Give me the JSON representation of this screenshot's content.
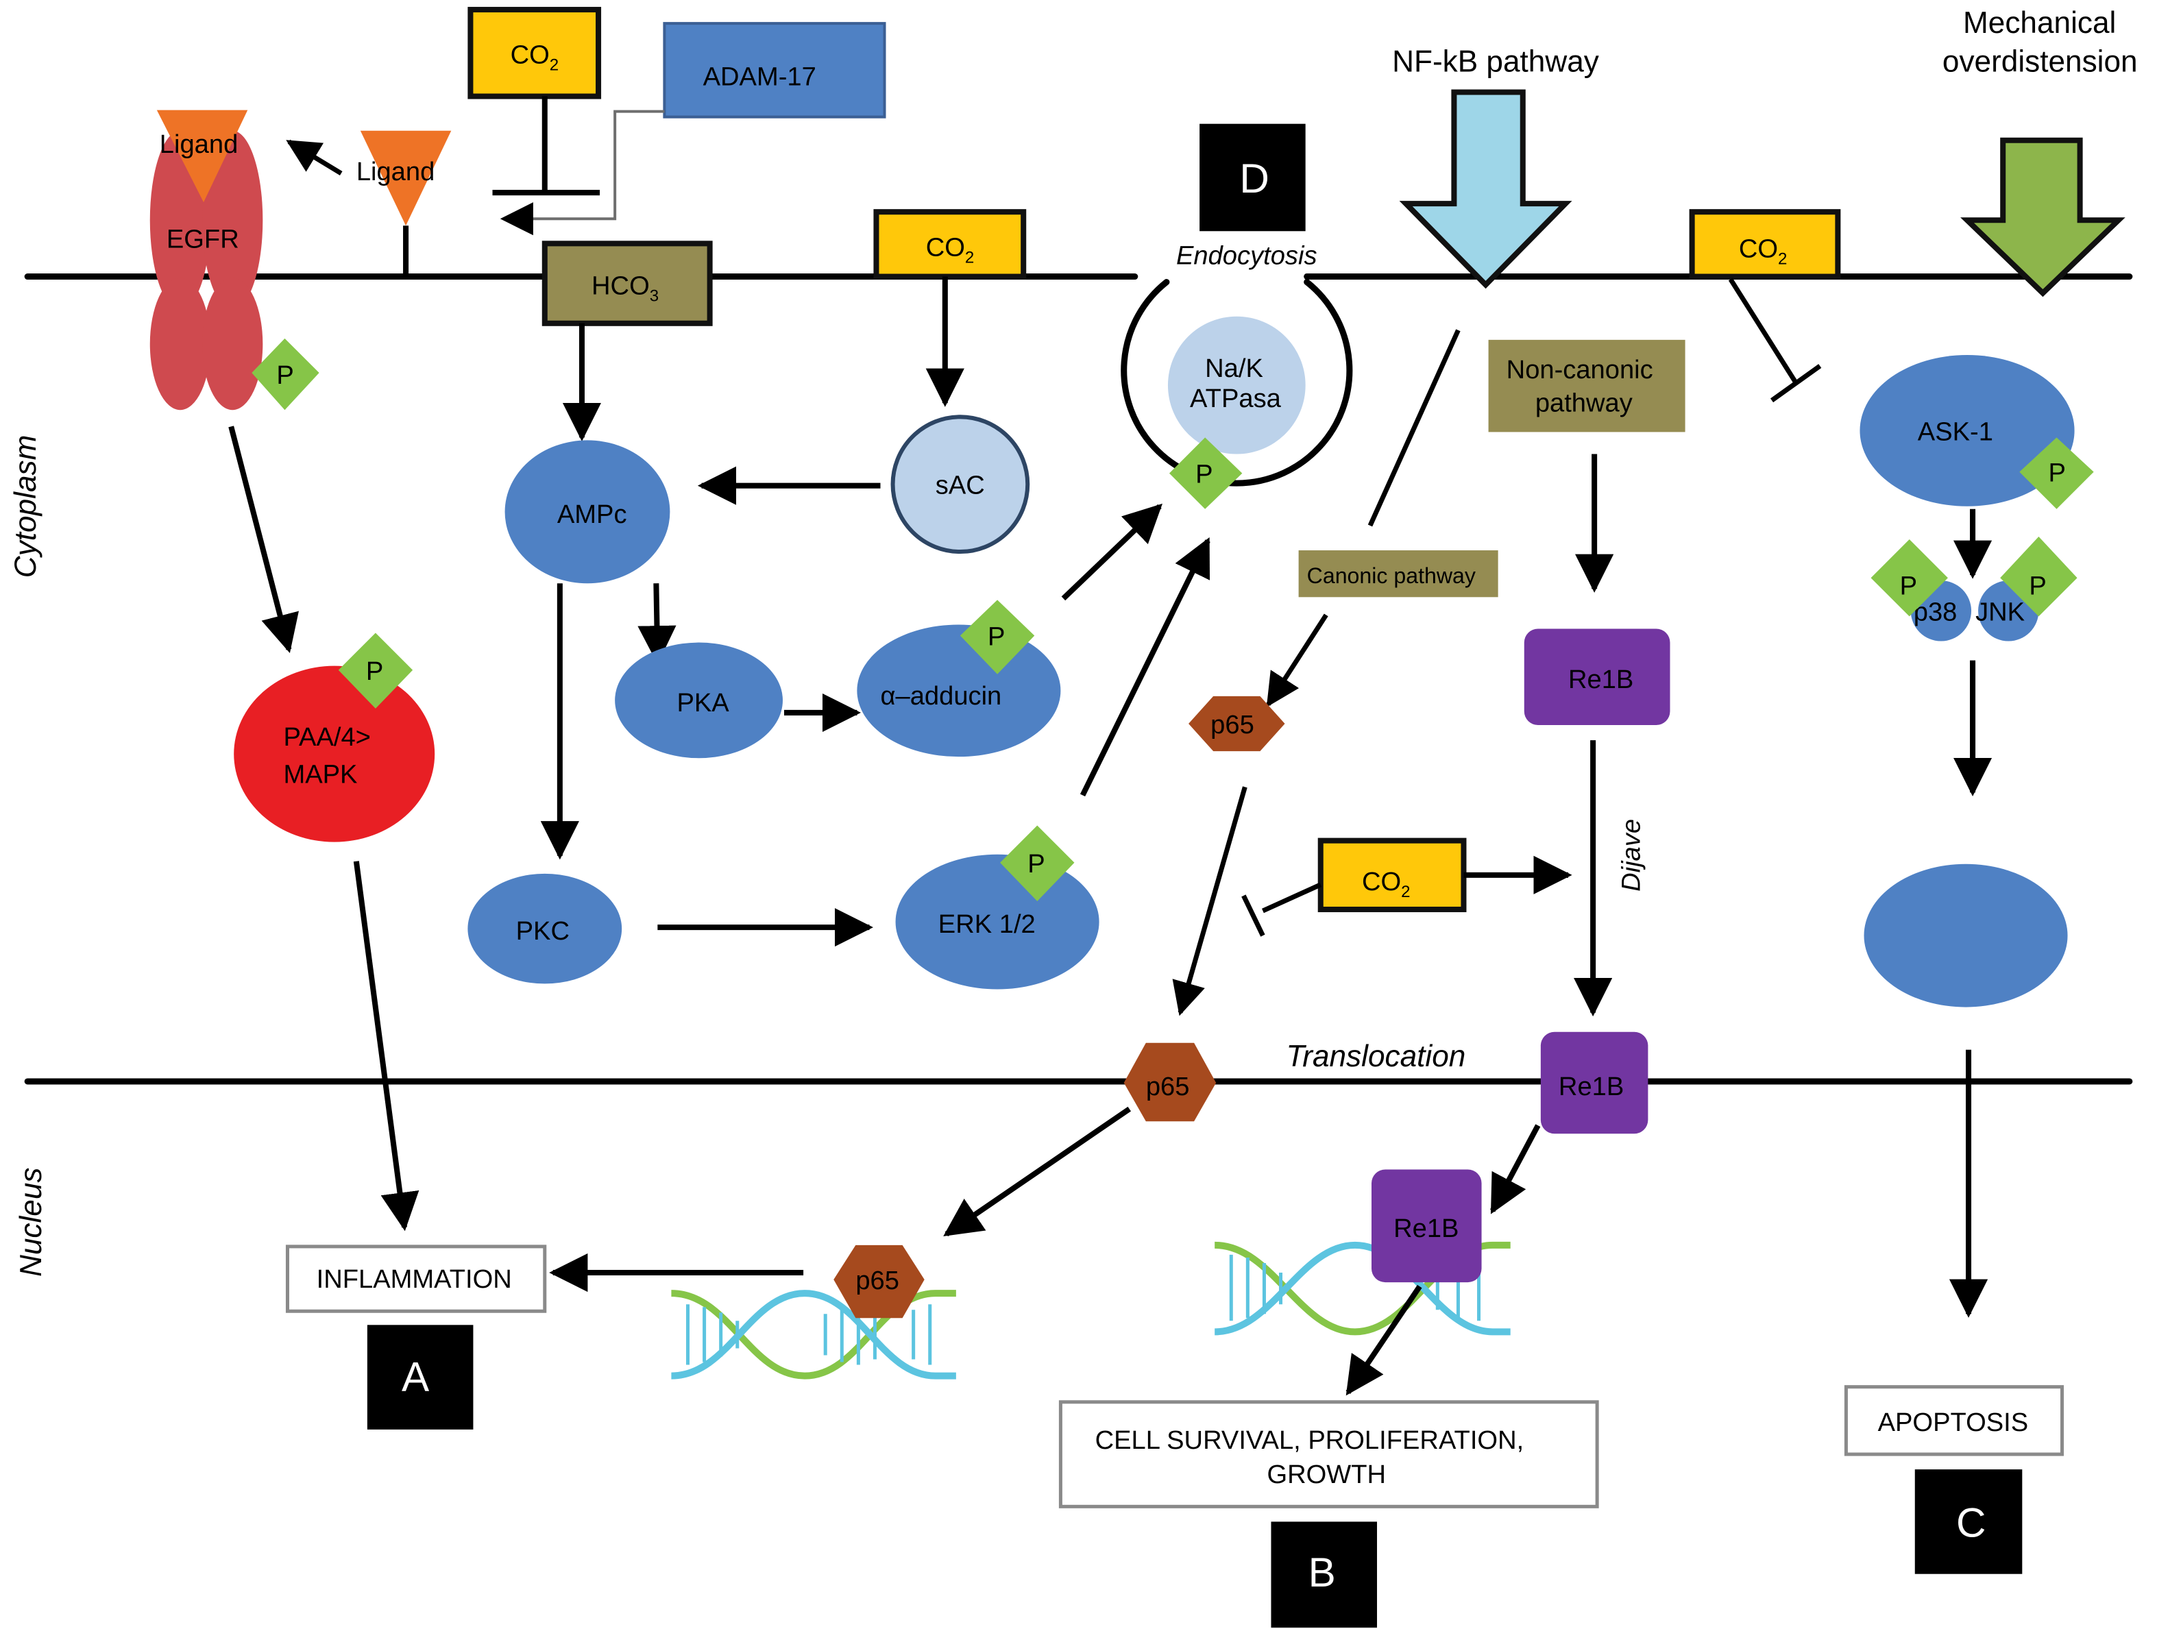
{
  "figure": {
    "regions": {
      "cytoplasm": "Cytoplasm",
      "nucleus": "Nucleus"
    },
    "inputs": {
      "nfkb_pathway": "NF-kB pathway",
      "mechanical_line1": "Mechanical",
      "mechanical_line2": "overdistension"
    },
    "membrane_labels": {
      "endocytosis": "Endocytosis",
      "translocation": "Translocation",
      "dijave": "Dijave"
    },
    "co2": {
      "base": "CO",
      "subscript": "2"
    },
    "hco3": {
      "base": "HCO",
      "subscript": "3"
    },
    "nodes": {
      "adam17": "ADAM-17",
      "ligand_bound": "Ligand",
      "ligand_free": "Ligand",
      "egfr": "EGFR",
      "phospho": "P",
      "mapk_line1": "PAA/4>",
      "mapk_line2": "MAPK",
      "ampc": "AMPc",
      "sac": "sAC",
      "pka": "PKA",
      "adducin": "α–adducin",
      "pkc": "PKC",
      "erk": "ERK 1/2",
      "natk_line1": "Na/K",
      "natk_line2": "ATPasa",
      "canonic": "Canonic pathway",
      "noncanonic_line1": "Non-canonic",
      "noncanonic_line2": "pathway",
      "p65": "p65",
      "relb": "Re1B",
      "ask1": "ASK-1",
      "p38": "p38",
      "jnk": "JNK"
    },
    "outcomes": {
      "inflammation": "INFLAMMATION",
      "survival_line1": "CELL SURVIVAL, PROLIFERATION,",
      "survival_line2": "GROWTH",
      "apoptosis": "APOPTOSIS"
    },
    "panel_letters": {
      "a": "A",
      "b": "B",
      "c": "C",
      "d": "D"
    },
    "colors": {
      "co2": "#ffc80a",
      "hco3": "#958c52",
      "protein_blue": "#4f81c4",
      "phospho_green": "#86c548",
      "p65_brown": "#a64a1e",
      "relb_purple": "#7236a1",
      "mapk_red": "#e81f24",
      "egfr_red": "#cf4a4f",
      "ligand_orange": "#ee7326",
      "nfkb_arrow": "#9ed6e8",
      "mechanical_arrow": "#8db54b"
    }
  }
}
